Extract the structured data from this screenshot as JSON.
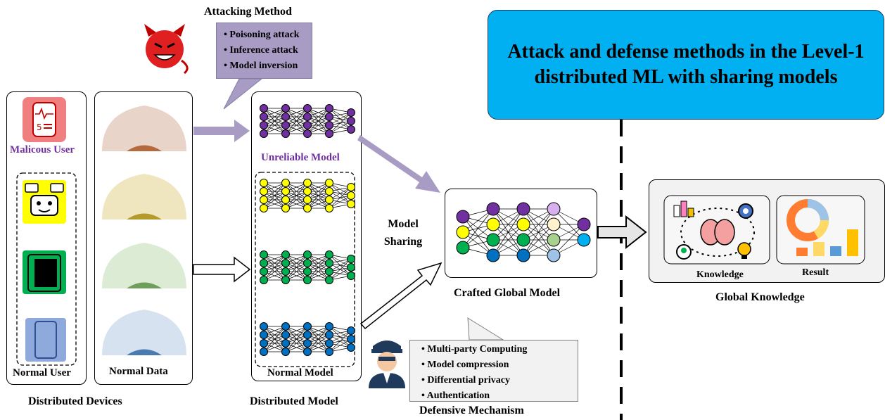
{
  "title": "Attack and defense methods in the Level-1 distributed ML with sharing models",
  "attack": {
    "heading": "Attacking Method",
    "items": [
      "Poisoning attack",
      "Inference attack",
      "Model inversion"
    ]
  },
  "defense": {
    "heading": "Defensive Mechanism",
    "items": [
      "Multi-party Computing",
      "Model compression",
      "Differential privacy",
      "Authentication"
    ]
  },
  "devices": {
    "malicious_label": "Malicous User",
    "normal_user_label": "Normal User",
    "normal_data_label": "Normal Data",
    "caption": "Distributed Devices"
  },
  "models": {
    "unreliable_label": "Unreliable Model",
    "normal_label": "Normal Model",
    "caption": "Distributed Model"
  },
  "sharing_label": "Model Sharing",
  "global_model_caption": "Crafted Global Model",
  "knowledge": {
    "knowledge_label": "Knowledge",
    "result_label": "Result",
    "caption": "Global Knowledge"
  },
  "colors": {
    "title_bg": "#00b0f0",
    "purple": "#7030a0",
    "yellow": "#ffff00",
    "green": "#00b050",
    "blue": "#0070c0",
    "attack_box": "#a99cc4",
    "arrow_purple": "#a99cc4"
  }
}
